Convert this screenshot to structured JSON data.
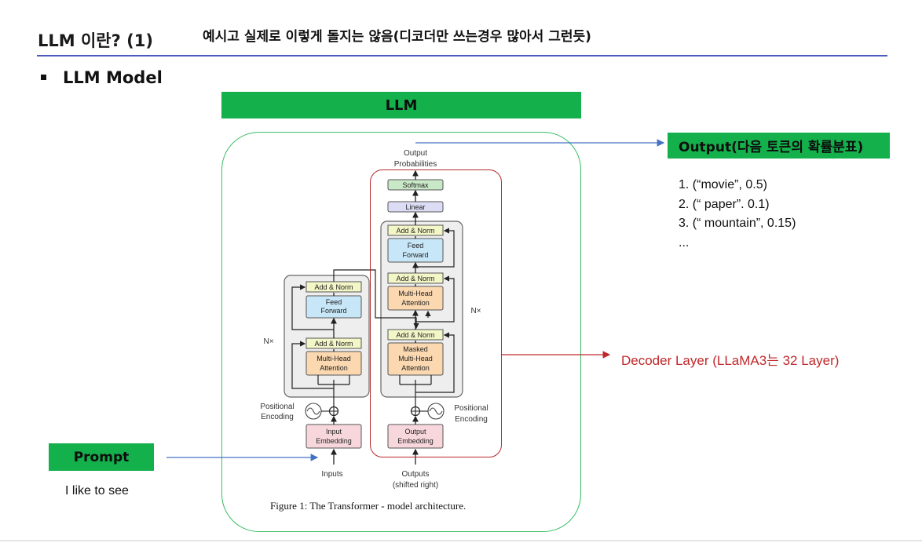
{
  "header": {
    "title": "LLM 이란? (1)",
    "note": "예시고 실제로 이렇게 돌지는 않음(디코더만 쓰는경우 많아서 그런듯)"
  },
  "bullet": "LLM Model",
  "llm_label": "LLM",
  "output": {
    "label": "Output(다음 토큰의 확률분표)",
    "items": [
      "1. (“movie”, 0.5)",
      "2. (“ paper”. 0.1)",
      "3. (“ mountain”, 0.15)",
      "..."
    ]
  },
  "prompt": {
    "label": "Prompt",
    "text": "I like to see"
  },
  "decoder_label": "Decoder Layer (LLaMA3는 32 Layer)",
  "figure": {
    "caption": "Figure 1: The Transformer - model architecture.",
    "output_probabilities": [
      "Output",
      "Probabilities"
    ],
    "softmax": "Softmax",
    "linear": "Linear",
    "add_norm": "Add & Norm",
    "feed_forward": [
      "Feed",
      "Forward"
    ],
    "multi_head_attention": [
      "Multi-Head",
      "Attention"
    ],
    "masked_multi_head_attention": [
      "Masked",
      "Multi-Head",
      "Attention"
    ],
    "nx": "N×",
    "positional_encoding": [
      "Positional",
      "Encoding"
    ],
    "input_embedding": [
      "Input",
      "Embedding"
    ],
    "output_embedding": [
      "Output",
      "Embedding"
    ],
    "inputs": "Inputs",
    "outputs": [
      "Outputs",
      "(shifted right)"
    ]
  },
  "colors": {
    "green": "#13b04b",
    "accent_line": "#4b5bbd",
    "decoder_red": "#c0282b",
    "arrow_blue": "#4472c4"
  }
}
